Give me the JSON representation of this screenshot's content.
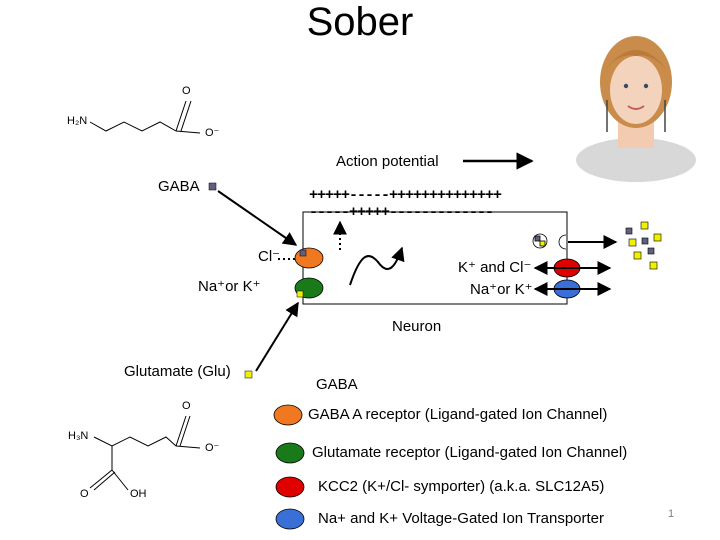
{
  "slide": {
    "title": "Sober",
    "page_number": "1"
  },
  "labels": {
    "action_potential": "Action potential",
    "gaba_top": "GABA",
    "cl_minus": "Cl⁻",
    "na_or_k_left": "Na⁺or K⁺",
    "k_and_cl": "K⁺ and Cl⁻",
    "na_or_k_right": "Na⁺or K⁺",
    "neuron": "Neuron",
    "glutamate": "Glutamate (Glu)",
    "gaba_bottom": "GABA",
    "charges_top": "+++++-----++++++++++++++",
    "charges_bottom": "-----+++++-------------"
  },
  "molecules": {
    "gaba_amine": "H₂N",
    "gaba_oxygen_top": "O",
    "gaba_oxygen_minus": "O⁻",
    "glu_amine": "H₃N",
    "glu_oxygen_top": "O",
    "glu_oxygen_minus": "O⁻",
    "glu_oxygen_bottom": "O",
    "glu_oh": "OH"
  },
  "legend": [
    {
      "text": "GABA A receptor (Ligand-gated Ion Channel)",
      "color": "#f07820"
    },
    {
      "text": "Glutamate receptor (Ligand-gated Ion Channel)",
      "color": "#1a7a1a"
    },
    {
      "text": "KCC2 (K+/Cl- symporter) (a.k.a. SLC12A5)",
      "color": "#e00000"
    },
    {
      "text": "Na+ and K+ Voltage-Gated Ion Transporter",
      "color": "#3a6fd8"
    }
  ],
  "colors": {
    "gaba_square": "#606080",
    "glu_square": "#f0f000",
    "gaba_receptor": "#f07820",
    "glu_receptor": "#1a7a1a",
    "kcc2": "#e00000",
    "nak": "#3a6fd8"
  }
}
